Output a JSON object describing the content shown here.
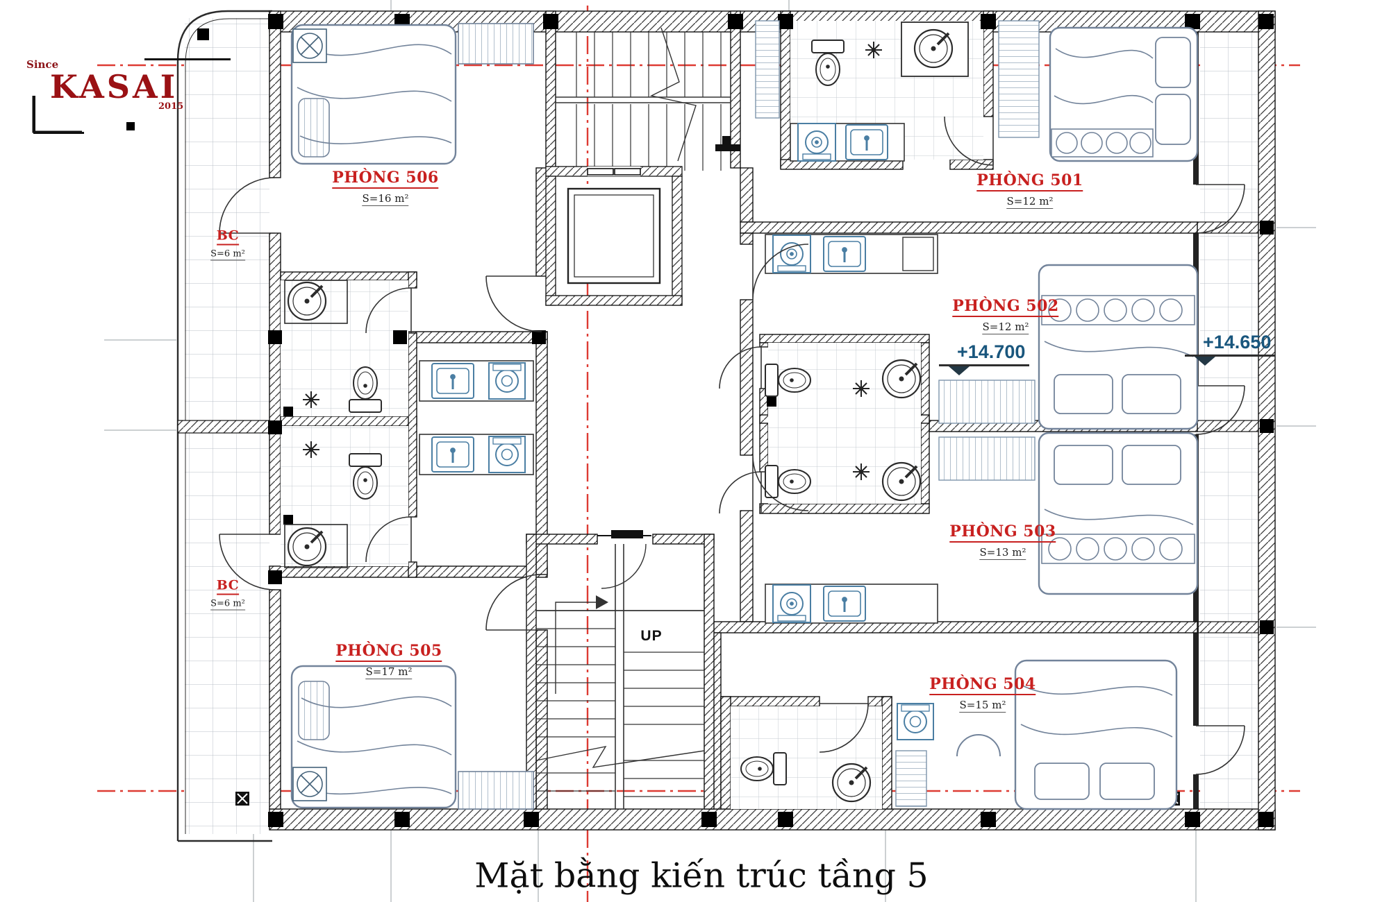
{
  "logo": {
    "since": "Since",
    "name": "KASAI",
    "year": "2015"
  },
  "title": "Mặt bằng kiến trúc tầng 5",
  "stairs": {
    "up": "UP"
  },
  "levels": {
    "main": "+14.700",
    "secondary": "+14.650"
  },
  "rooms": {
    "r506": {
      "label": "PHÒNG 506",
      "area": "S=16 m²"
    },
    "r501": {
      "label": "PHÒNG 501",
      "area": "S=12 m²"
    },
    "r502": {
      "label": "PHÒNG 502",
      "area": "S=12 m²"
    },
    "r503": {
      "label": "PHÒNG 503",
      "area": "S=13 m²"
    },
    "r504": {
      "label": "PHÒNG 504",
      "area": "S=15 m²"
    },
    "r505": {
      "label": "PHÒNG 505",
      "area": "S=17 m²"
    },
    "bc_top": {
      "label": "BC",
      "area": "S=6 m²"
    },
    "bc_bottom": {
      "label": "BC",
      "area": "S=6 m²"
    }
  },
  "icons": {
    "bed": "bed-plan-symbol",
    "toilet": "toilet-plan-symbol",
    "round-sink": "lavabo-symbol",
    "kitchen-sink": "kitchen-sink-symbol",
    "stove": "stove-symbol",
    "washer": "washing-machine-symbol",
    "fan": "ceiling-fan-symbol",
    "stairs": "stair-flight",
    "elevator": "elevator-shaft"
  },
  "colors": {
    "label_red": "#c8201f",
    "level_blue": "#19567d",
    "wall": "#1a1a1a",
    "furniture_gray": "#72839a",
    "fixture_blue": "#4a7ea3",
    "axis_red": "#de3b33",
    "logo_red": "#9a1114"
  }
}
